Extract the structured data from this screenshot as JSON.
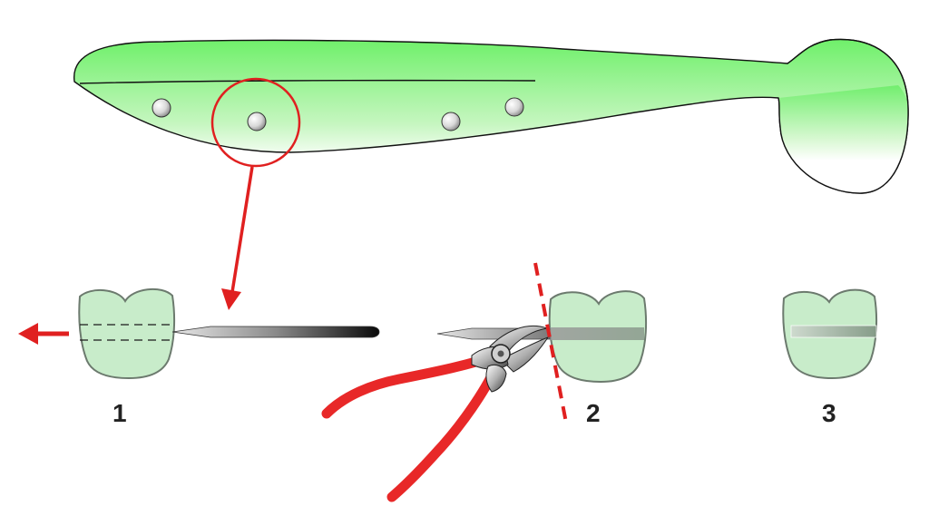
{
  "steps": [
    {
      "label": "1"
    },
    {
      "label": "2"
    },
    {
      "label": "3"
    }
  ],
  "colors": {
    "body_green": "#7ef07a",
    "block_green": "#c8ecca",
    "accent_red": "#e02020",
    "outline": "#111111",
    "block_outline": "#6c7a6e"
  },
  "icons": [
    "lure-body",
    "eye-dots",
    "magnifier-circle",
    "pointer-arrow",
    "needle",
    "pliers",
    "cut-line",
    "pull-arrow"
  ]
}
